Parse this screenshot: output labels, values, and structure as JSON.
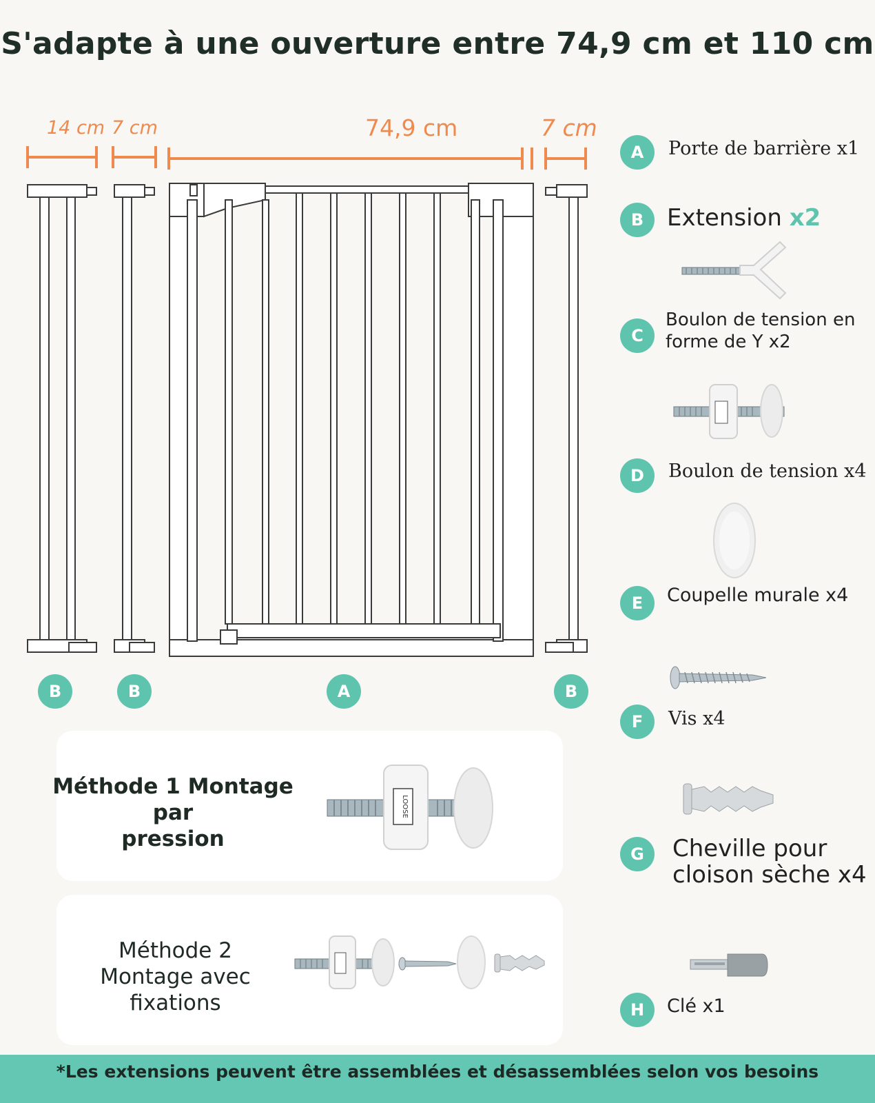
{
  "title": "S'adapte à une ouverture entre 74,9 cm et 110 cm",
  "dimensions": {
    "ext14": "14 cm",
    "ext7_left": "7 cm",
    "gate": "74,9 cm",
    "ext7_right": "7 cm"
  },
  "diagram_badges": [
    "B",
    "B",
    "A",
    "B"
  ],
  "parts": [
    {
      "letter": "A",
      "label": "Porte de barrière x1"
    },
    {
      "letter": "B",
      "label": "Extension",
      "qty": "x2"
    },
    {
      "letter": "C",
      "label_line1": "Boulon de tension en",
      "label_line2": "forme de Y x2"
    },
    {
      "letter": "D",
      "label": "Boulon de tension x4"
    },
    {
      "letter": "E",
      "label": "Coupelle murale x4"
    },
    {
      "letter": "F",
      "label": "Vis x4"
    },
    {
      "letter": "G",
      "label_line1": "Cheville pour",
      "label_line2": "cloison sèche x4"
    },
    {
      "letter": "H",
      "label": "Clé x1"
    }
  ],
  "bolt_text": "LOOSE",
  "methods": [
    {
      "line1": "Méthode 1 Montage par",
      "line2": "pression"
    },
    {
      "line1": "Méthode 2",
      "line2": "Montage avec",
      "line3": "fixations"
    }
  ],
  "footer": "*Les extensions peuvent être assemblées et désassemblées selon vos besoins",
  "colors": {
    "accent": "#5ec4ae",
    "dimension": "#ef8a4f",
    "footer": "#63c7b3"
  }
}
